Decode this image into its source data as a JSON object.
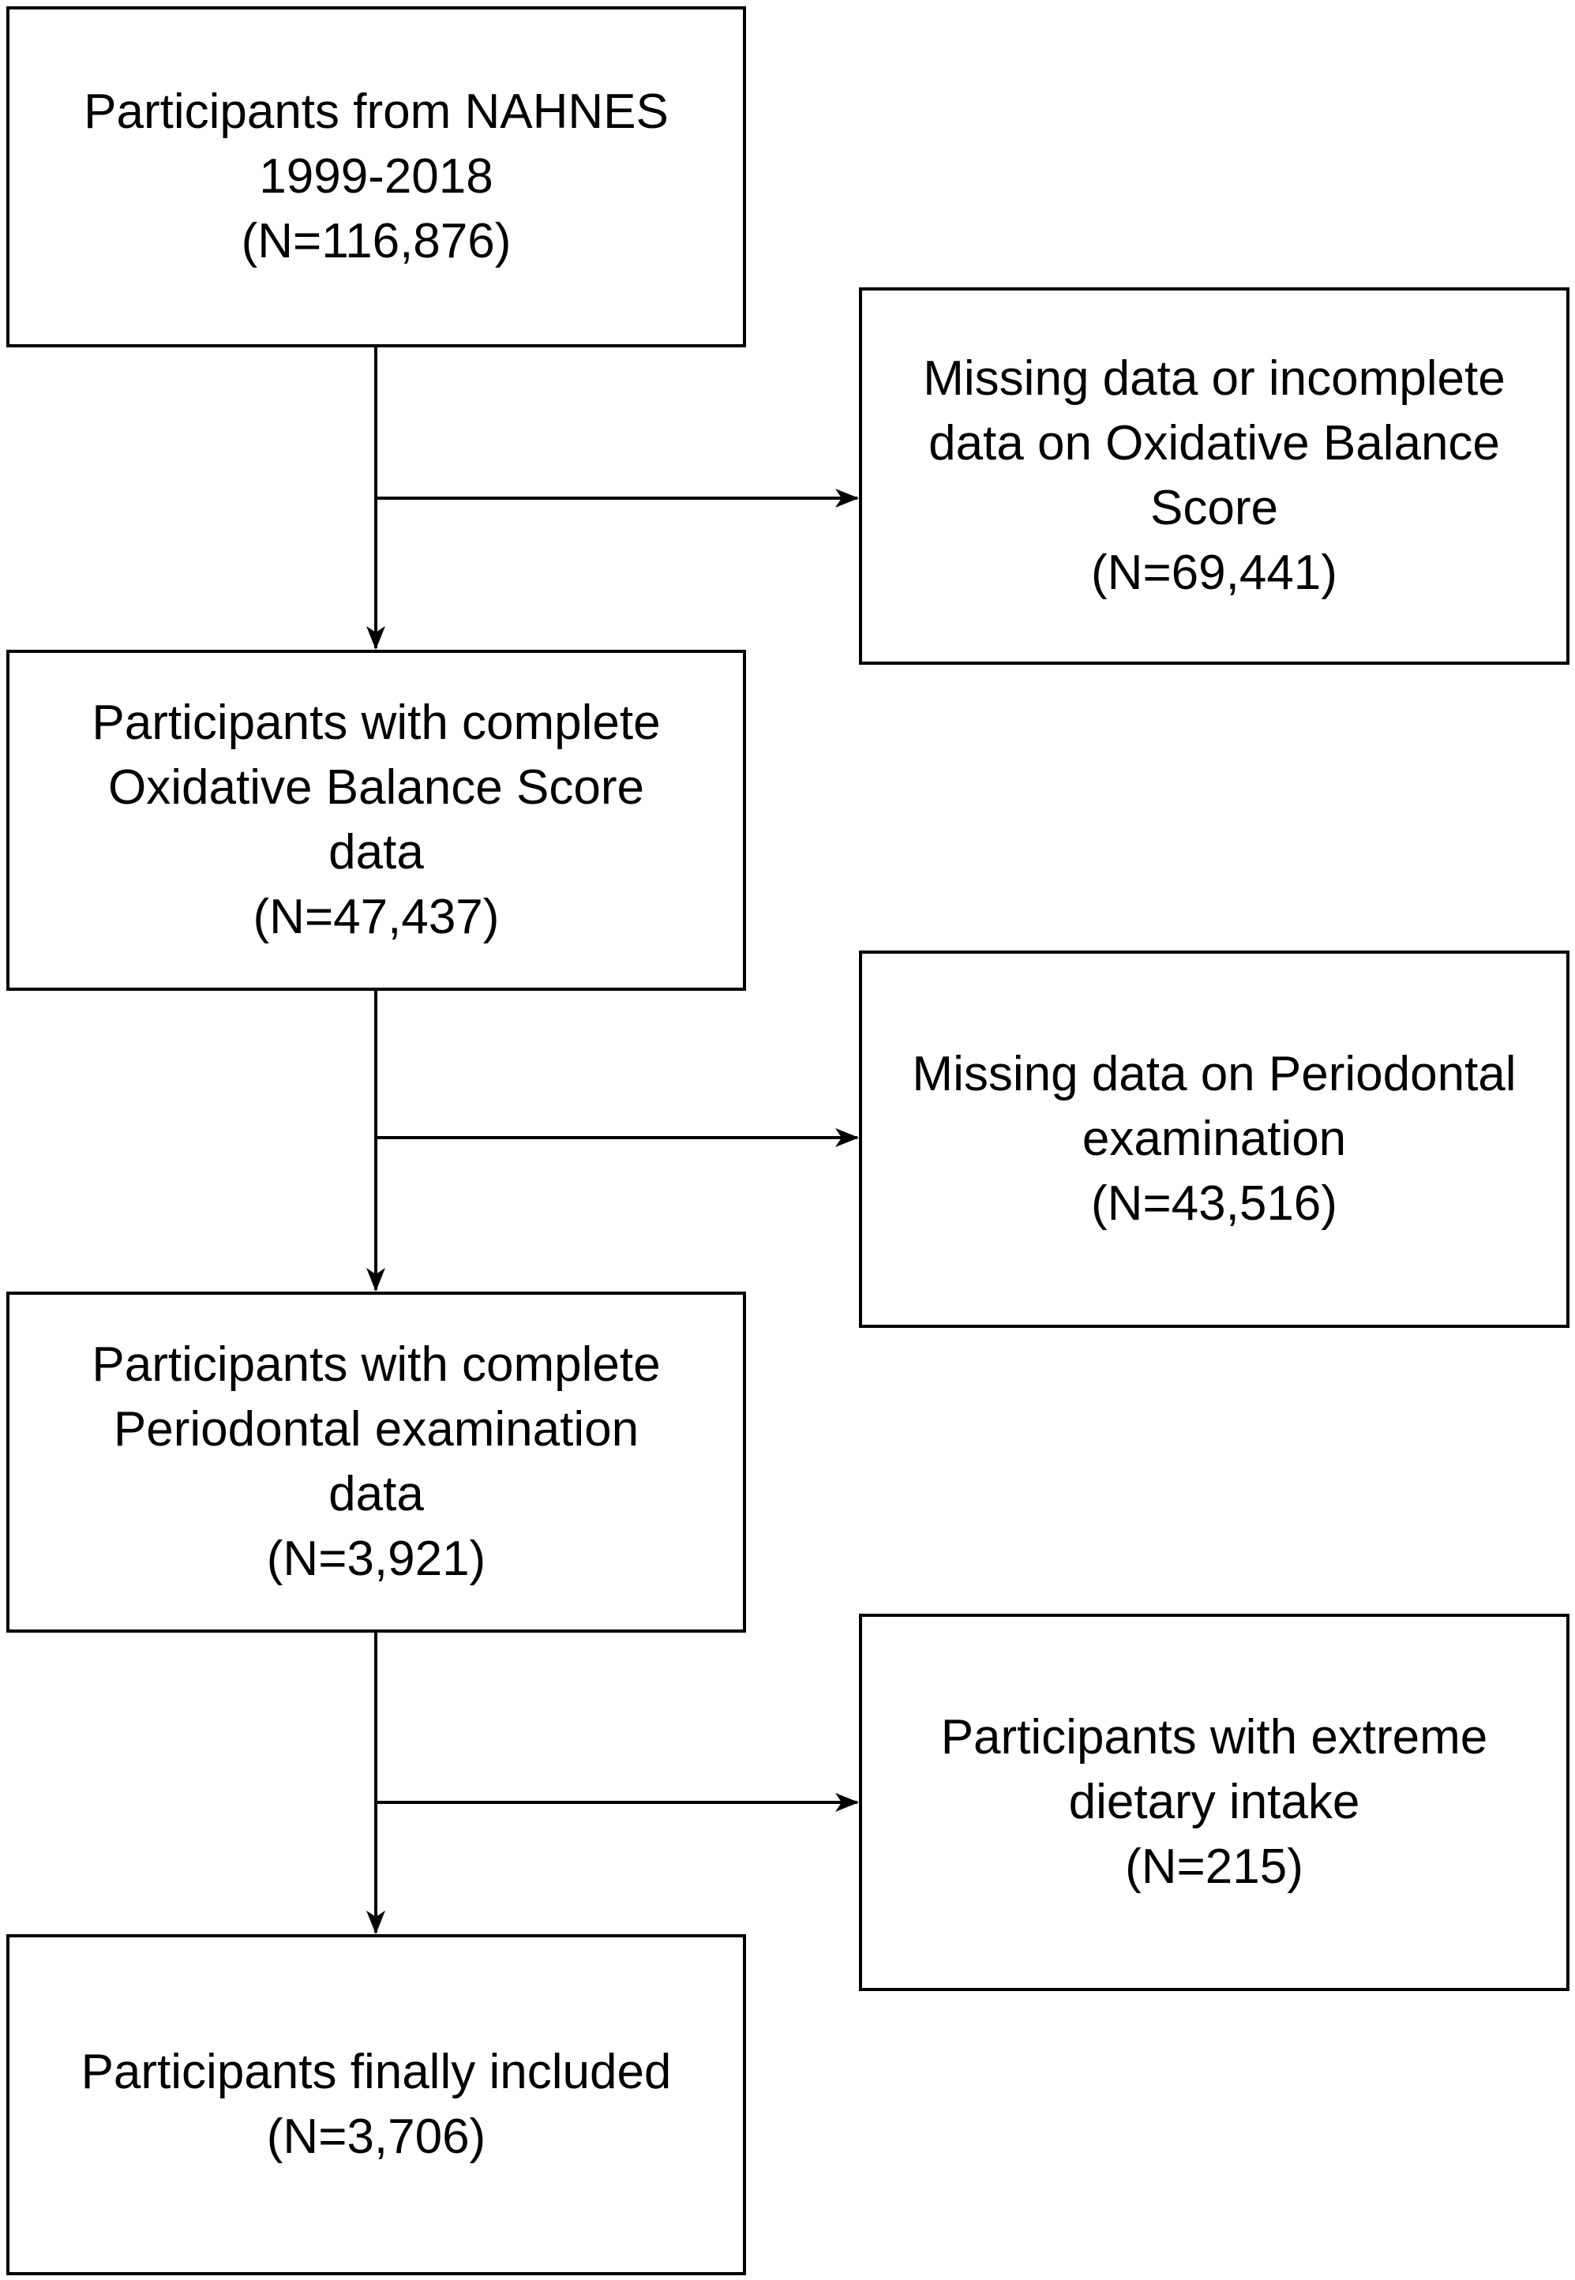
{
  "flowchart": {
    "main_boxes": [
      {
        "id": "start",
        "lines": [
          "Participants from NAHNES",
          "1999-2018",
          "(N=116,876)"
        ]
      },
      {
        "id": "obs",
        "lines": [
          "Participants with complete",
          "Oxidative Balance Score",
          "data",
          "(N=47,437)"
        ]
      },
      {
        "id": "perio",
        "lines": [
          "Participants with complete",
          "Periodontal examination",
          "data",
          "(N=3,921)"
        ]
      },
      {
        "id": "final",
        "lines": [
          "Participants finally included",
          "(N=3,706)"
        ]
      }
    ],
    "exclusion_boxes": [
      {
        "id": "excl-1",
        "lines": [
          "Missing data or incomplete",
          "data on Oxidative Balance",
          "Score",
          "(N=69,441)"
        ]
      },
      {
        "id": "excl-2",
        "lines": [
          "Missing data on Periodontal",
          "examination",
          "(N=43,516)"
        ]
      },
      {
        "id": "excl-3",
        "lines": [
          "Participants with extreme",
          "dietary intake",
          "(N=215)"
        ]
      }
    ]
  },
  "colors": {
    "line": "#000000",
    "box_border": "#000000",
    "background": "#ffffff"
  }
}
